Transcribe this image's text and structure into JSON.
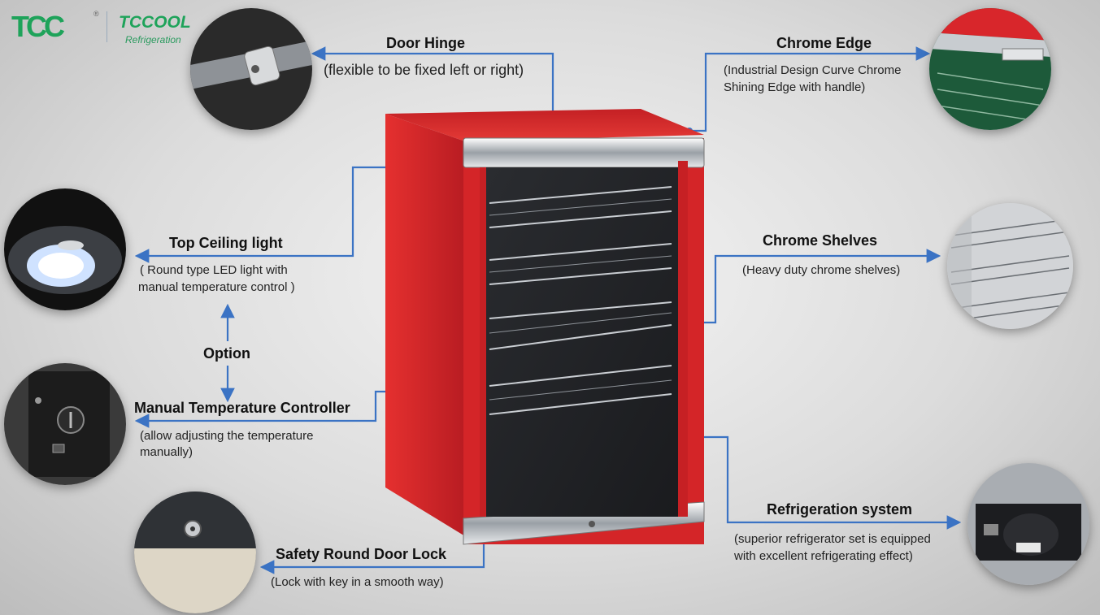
{
  "brand": {
    "mark": "TCC",
    "registered": "®",
    "name": "TCCOOL",
    "tagline": "Refrigeration"
  },
  "features": {
    "door_hinge": {
      "title": "Door Hinge",
      "desc": "(flexible to be fixed left or right)"
    },
    "chrome_edge": {
      "title": "Chrome Edge",
      "desc1": "(Industrial Design Curve Chrome",
      "desc2": "Shining Edge with handle)"
    },
    "top_light": {
      "title": "Top Ceiling light",
      "desc1": "( Round type LED light with",
      "desc2": "manual temperature control )"
    },
    "option": {
      "label": "Option"
    },
    "temp_controller": {
      "title": "Manual Temperature Controller",
      "desc1": "(allow adjusting the temperature",
      "desc2": "manually)"
    },
    "chrome_shelves": {
      "title": "Chrome Shelves",
      "desc": "(Heavy duty chrome shelves)"
    },
    "refrigeration": {
      "title": "Refrigeration system",
      "desc1": "(superior refrigerator set is equipped",
      "desc2": "with excellent refrigerating effect)"
    },
    "door_lock": {
      "title": "Safety Round Door Lock",
      "desc": "(Lock with key in a smooth way)"
    }
  },
  "colors": {
    "fridge_red": "#d8262b",
    "connector_blue": "#3b73c4",
    "brand_green": "#1ea35a"
  }
}
